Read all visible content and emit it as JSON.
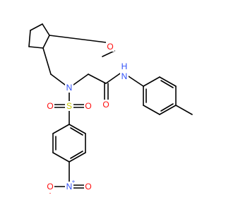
{
  "colors": {
    "bond": "#000000",
    "oxygen": "#ff0d0d",
    "nitrogen": "#3050f8",
    "sulfur": "#c8c800",
    "carbon": "#000000",
    "background": "#ffffff"
  },
  "atoms": {
    "ring_oxygen": "O",
    "amine_nitrogen": "N",
    "amide_hydrogen": "H",
    "amide_nitrogen": "N",
    "sulfonyl_oxygen_left": "O",
    "sulfur": "S",
    "sulfonyl_oxygen_right": "O",
    "carbonyl_oxygen": "O",
    "nitro_oxygen_left": "O",
    "nitro_nitrogen": "N",
    "nitro_oxygen_right": "O",
    "nitro_charge_plus": "+",
    "nitro_charge_minus": "-"
  }
}
